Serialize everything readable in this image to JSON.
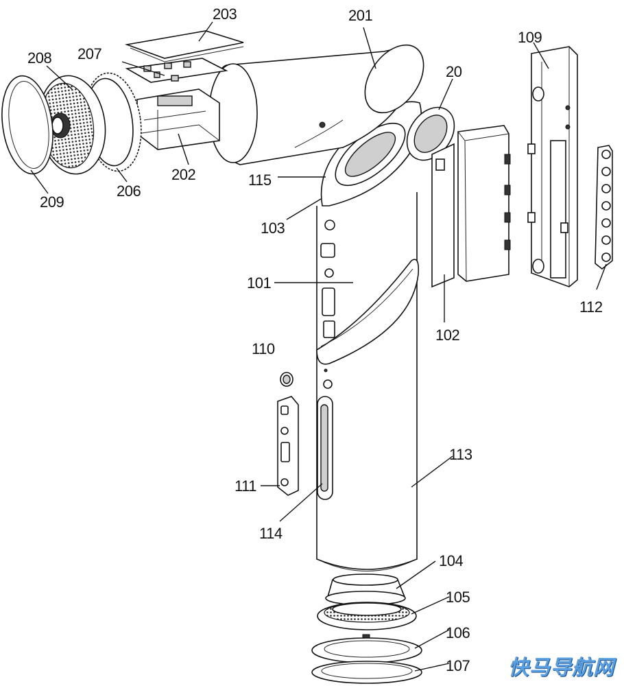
{
  "figure": {
    "labels": {
      "l203": "203",
      "l201": "201",
      "l109": "109",
      "l207": "207",
      "l208": "208",
      "l20": "20",
      "l202": "202",
      "l115": "115",
      "l209": "209",
      "l206": "206",
      "l103": "103",
      "l101": "101",
      "l112": "112",
      "l102": "102",
      "l110": "110",
      "l113": "113",
      "l111": "111",
      "l114": "114",
      "l104": "104",
      "l105": "105",
      "l106": "106",
      "l107": "107"
    }
  },
  "watermark": {
    "text": "快马导航网",
    "color": "#5a9fe0"
  }
}
